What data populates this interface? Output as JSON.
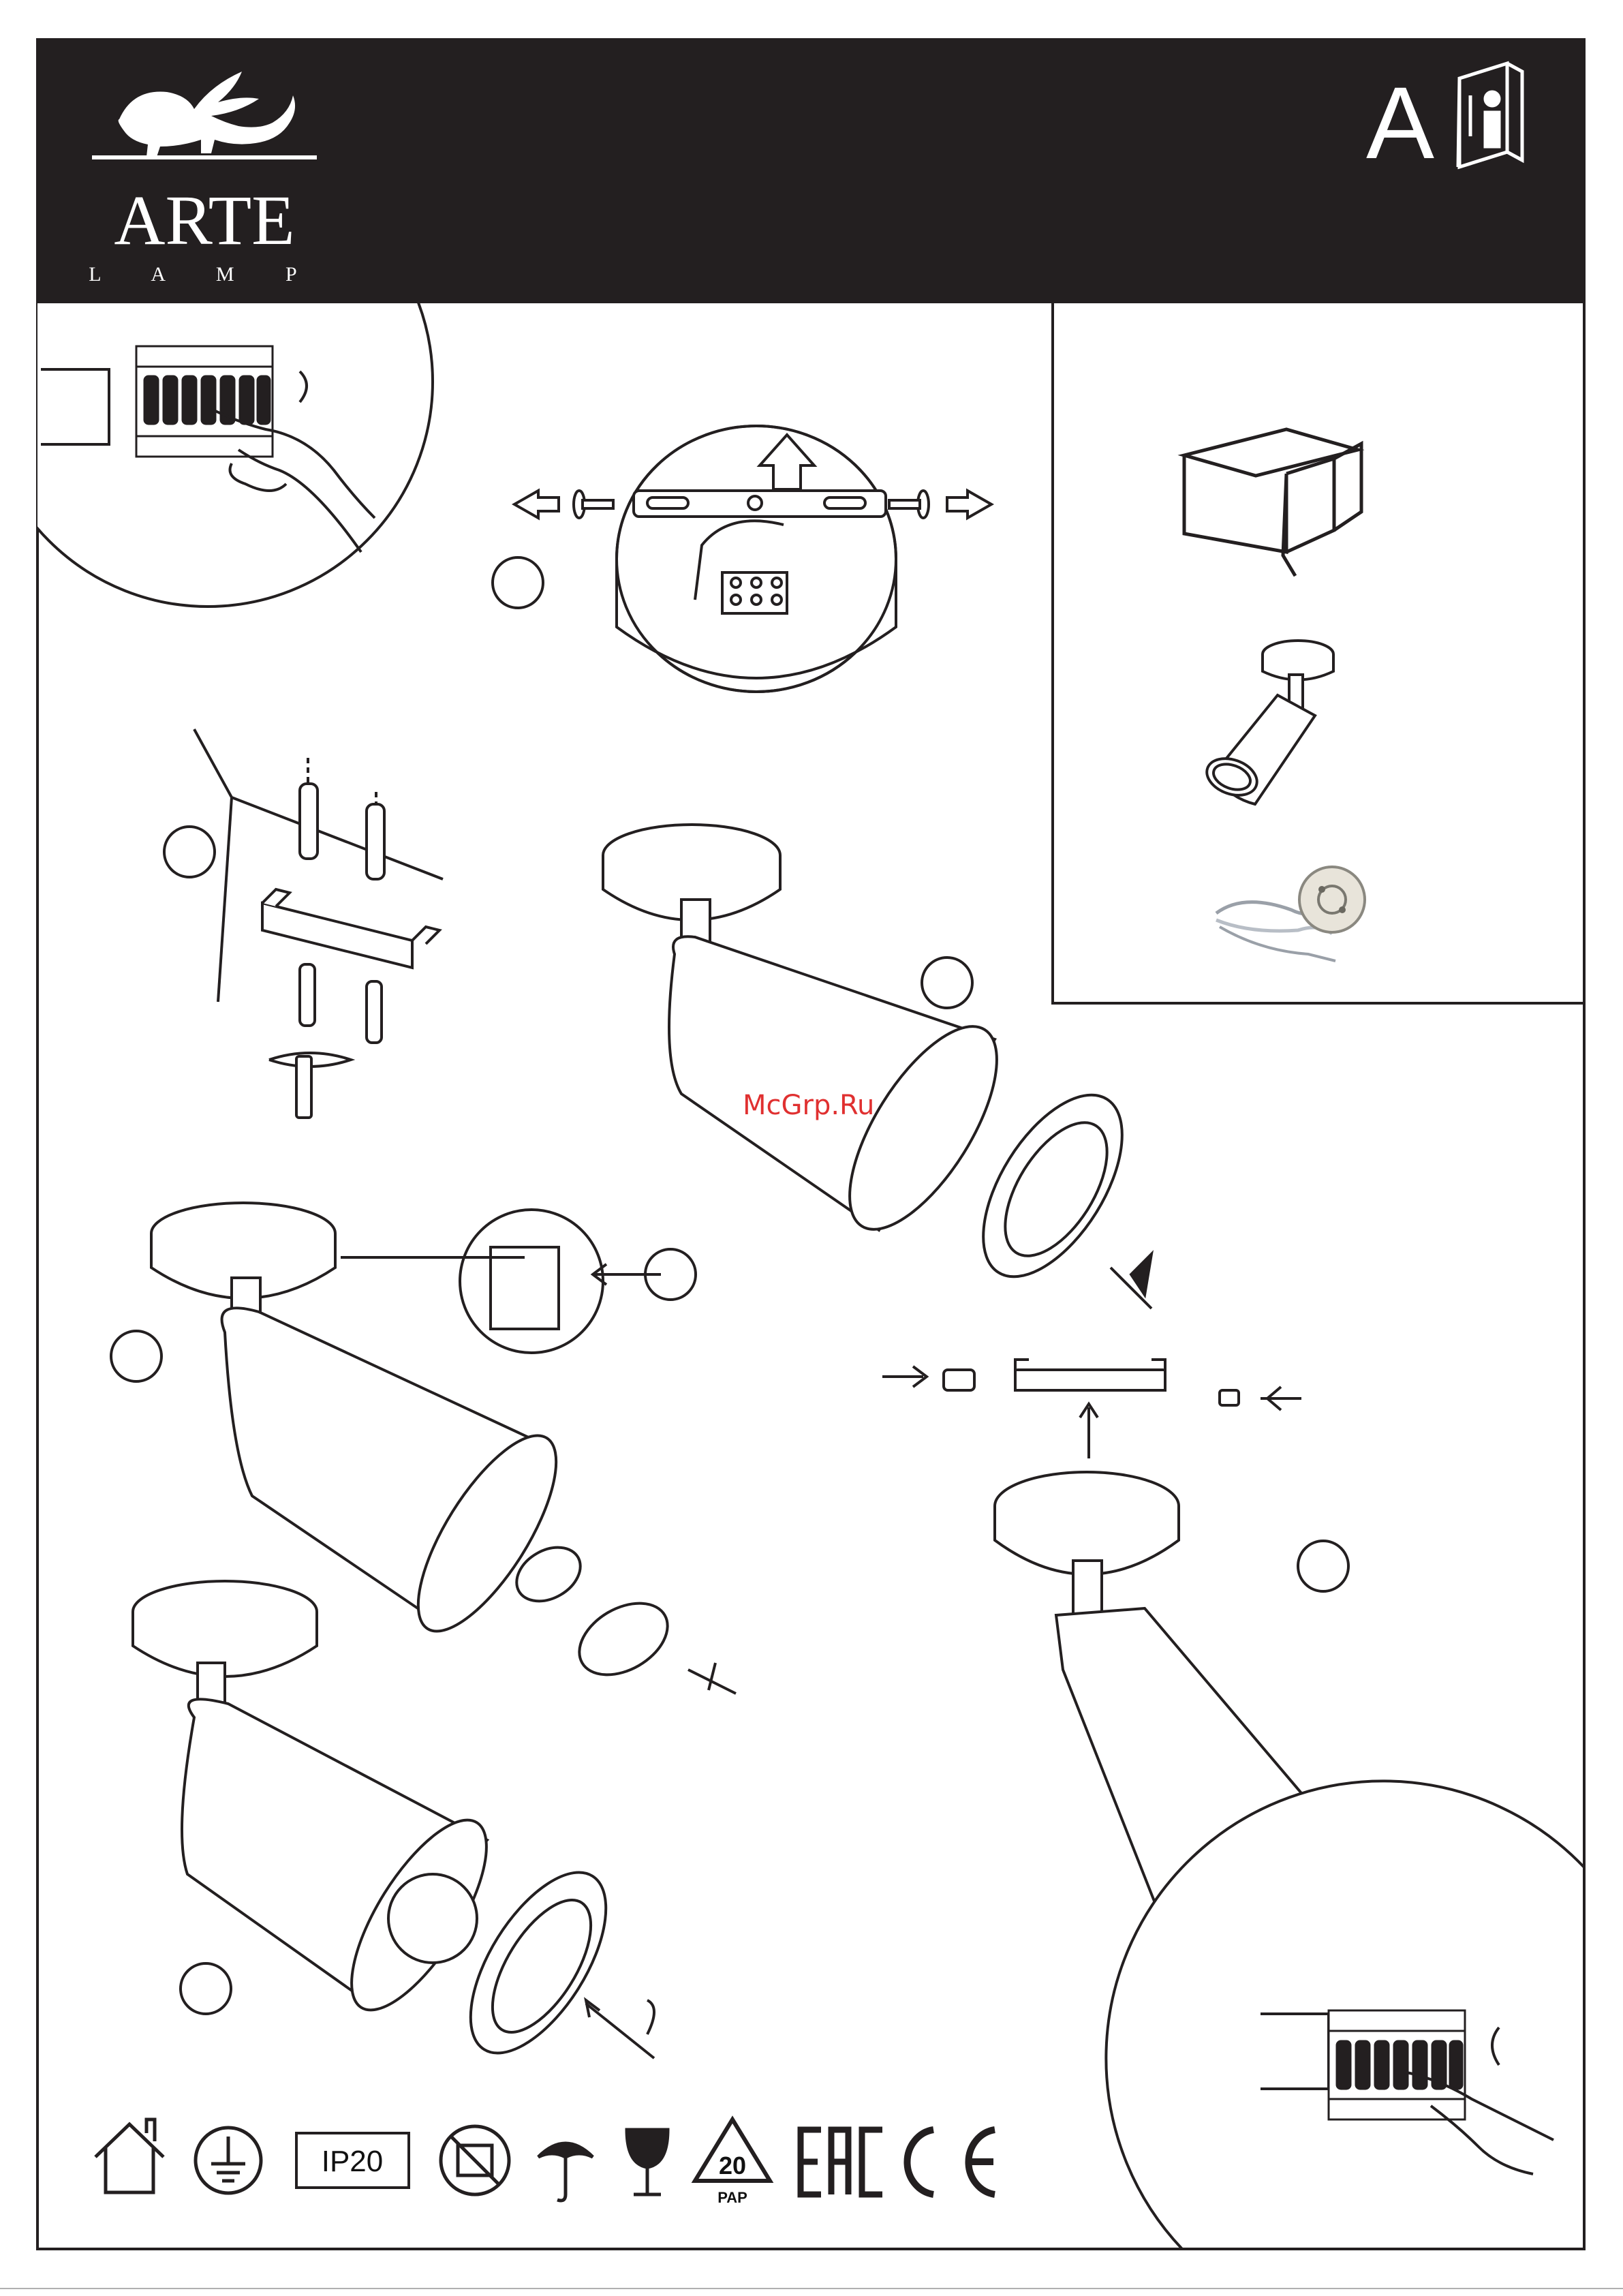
{
  "header": {
    "brand_name": "ARTE",
    "brand_sub": "L A M P",
    "version_letter": "A",
    "manual_icon": "instruction-manual-icon"
  },
  "watermark": "McGrp.Ru",
  "symbols": {
    "ip_rating": "IP20",
    "recycle_number": "20",
    "recycle_code": "PAP",
    "icons": [
      "indoor-use-icon",
      "earth-ground-icon",
      "ip20-badge",
      "no-dimmer-icon",
      "keep-dry-icon",
      "fragile-icon",
      "recycle-icon",
      "eac-mark-icon",
      "ce-mark-icon"
    ]
  },
  "colors": {
    "header_bg": "#231f20",
    "line": "#231f20",
    "watermark": "#e03030"
  }
}
